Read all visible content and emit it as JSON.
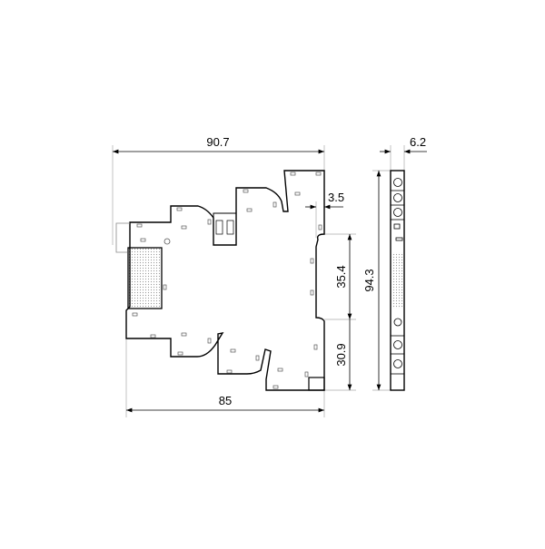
{
  "drawing": {
    "dimensions": {
      "overall_width": "90.7",
      "base_width": "85",
      "offset": "3.5",
      "upper_height": "35.4",
      "lower_height": "30.9",
      "total_height": "94.3",
      "thickness": "6.2"
    }
  }
}
